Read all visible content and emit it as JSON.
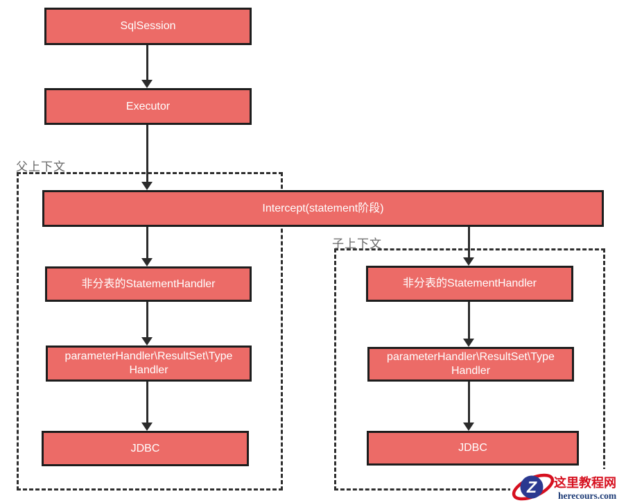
{
  "diagram": {
    "nodes": {
      "sqlsession": "SqlSession",
      "executor": "Executor",
      "intercept": "Intercept(statement阶段)",
      "left": {
        "statement_handler": "非分表的StatementHandler",
        "param_handler_lines": [
          "parameterHandler\\ResultSet\\Type",
          "Handler"
        ],
        "jdbc": "JDBC"
      },
      "right": {
        "statement_handler": "非分表的StatementHandler",
        "param_handler_lines": [
          "parameterHandler\\ResultSet\\Type",
          "Handler"
        ],
        "jdbc": "JDBC"
      }
    },
    "groups": {
      "parent_label": "父上下文",
      "child_label": "子上下文"
    }
  },
  "watermark": {
    "logo_letter": "Z",
    "site_name": "这里教程网",
    "site_domain": "herecours.com"
  },
  "colors": {
    "node_fill": "#ec6b67",
    "node_border": "#1d1d1d",
    "node_text": "#ffffff",
    "connector": "#2b2b2b",
    "group_border": "#2e2e2e",
    "group_label": "#666666",
    "watermark_red": "#d6101f",
    "watermark_circle_blue": "#2b3990",
    "watermark_domain_blue": "#1c3a75"
  }
}
